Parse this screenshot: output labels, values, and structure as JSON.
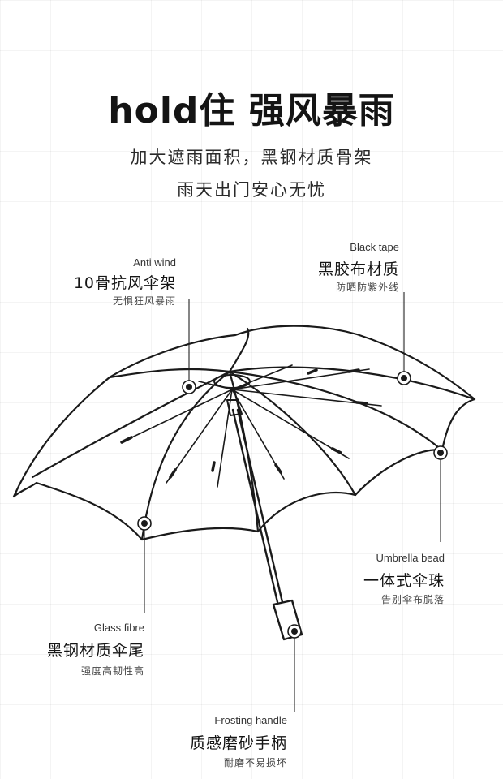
{
  "header": {
    "title": "hold住 强风暴雨",
    "subtitle_line1": "加大遮雨面积，黑钢材质骨架",
    "subtitle_line2": "雨天出门安心无忧"
  },
  "features": {
    "anti_wind": {
      "en": "Anti wind",
      "title": "10骨抗风伞架",
      "desc": "无惧狂风暴雨"
    },
    "black_tape": {
      "en": "Black tape",
      "title": "黑胶布材质",
      "desc": "防晒防紫外线"
    },
    "umbrella_bead": {
      "en": "Umbrella bead",
      "title": "一体式伞珠",
      "desc": "告别伞布脱落"
    },
    "glass_fibre": {
      "en": "Glass fibre",
      "title": "黑钢材质伞尾",
      "desc": "强度高韧性高"
    },
    "frosting_handle": {
      "en": "Frosting handle",
      "title": "质感磨砂手柄",
      "desc": "耐磨不易损坏"
    }
  }
}
